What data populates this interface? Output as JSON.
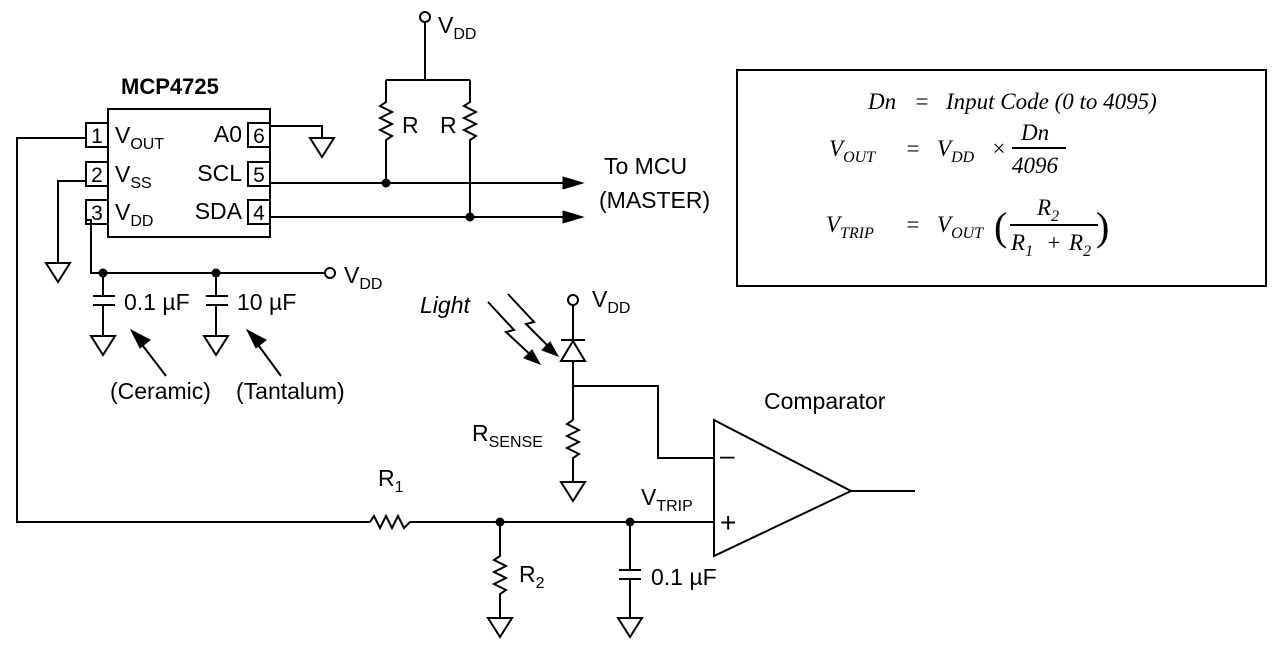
{
  "chip": {
    "name": "MCP4725",
    "pins": [
      {
        "num": "1",
        "base": "V",
        "sub": "OUT"
      },
      {
        "num": "2",
        "base": "V",
        "sub": "SS"
      },
      {
        "num": "3",
        "base": "V",
        "sub": "DD"
      },
      {
        "num": "6",
        "name": "A0"
      },
      {
        "num": "5",
        "name": "SCL"
      },
      {
        "num": "4",
        "name": "SDA"
      }
    ]
  },
  "supply": {
    "base": "V",
    "sub": "DD"
  },
  "pullups": {
    "left": "R",
    "right": "R"
  },
  "mcu_label": [
    "To MCU",
    "(MASTER)"
  ],
  "decoupling": {
    "cap1": "0.1 µF",
    "cap2": "10 µF",
    "cap1_type": "(Ceramic)",
    "cap2_type": "(Tantalum)"
  },
  "photodiode": {
    "light_label": "Light"
  },
  "rsense": {
    "base": "R",
    "sub": "SENSE"
  },
  "comparator": {
    "label": "Comparator",
    "minus": "–",
    "plus": "+"
  },
  "divider": {
    "r1": {
      "base": "R",
      "sub": "1"
    },
    "r2": {
      "base": "R",
      "sub": "2"
    },
    "vtrip": {
      "base": "V",
      "sub": "TRIP"
    },
    "cap": "0.1 µF"
  },
  "equations": {
    "line1": {
      "lhs": "Dn",
      "eq": "=",
      "rhs": "Input Code (0 to 4095)"
    },
    "line2": {
      "lhs": "V",
      "lhs_sub": "OUT",
      "eq": "=",
      "rhs": "V",
      "rhs_sub": "DD",
      "times": "×",
      "num": "Dn",
      "den": "4096"
    },
    "line3": {
      "lhs": "V",
      "lhs_sub": "TRIP",
      "eq": "=",
      "rhs": "V",
      "rhs_sub": "OUT",
      "lparen": "(",
      "rparen": ")",
      "num": "R",
      "num_sub": "2",
      "den1": "R",
      "den1_sub": "1",
      "plus": "+",
      "den2": "R",
      "den2_sub": "2"
    }
  }
}
